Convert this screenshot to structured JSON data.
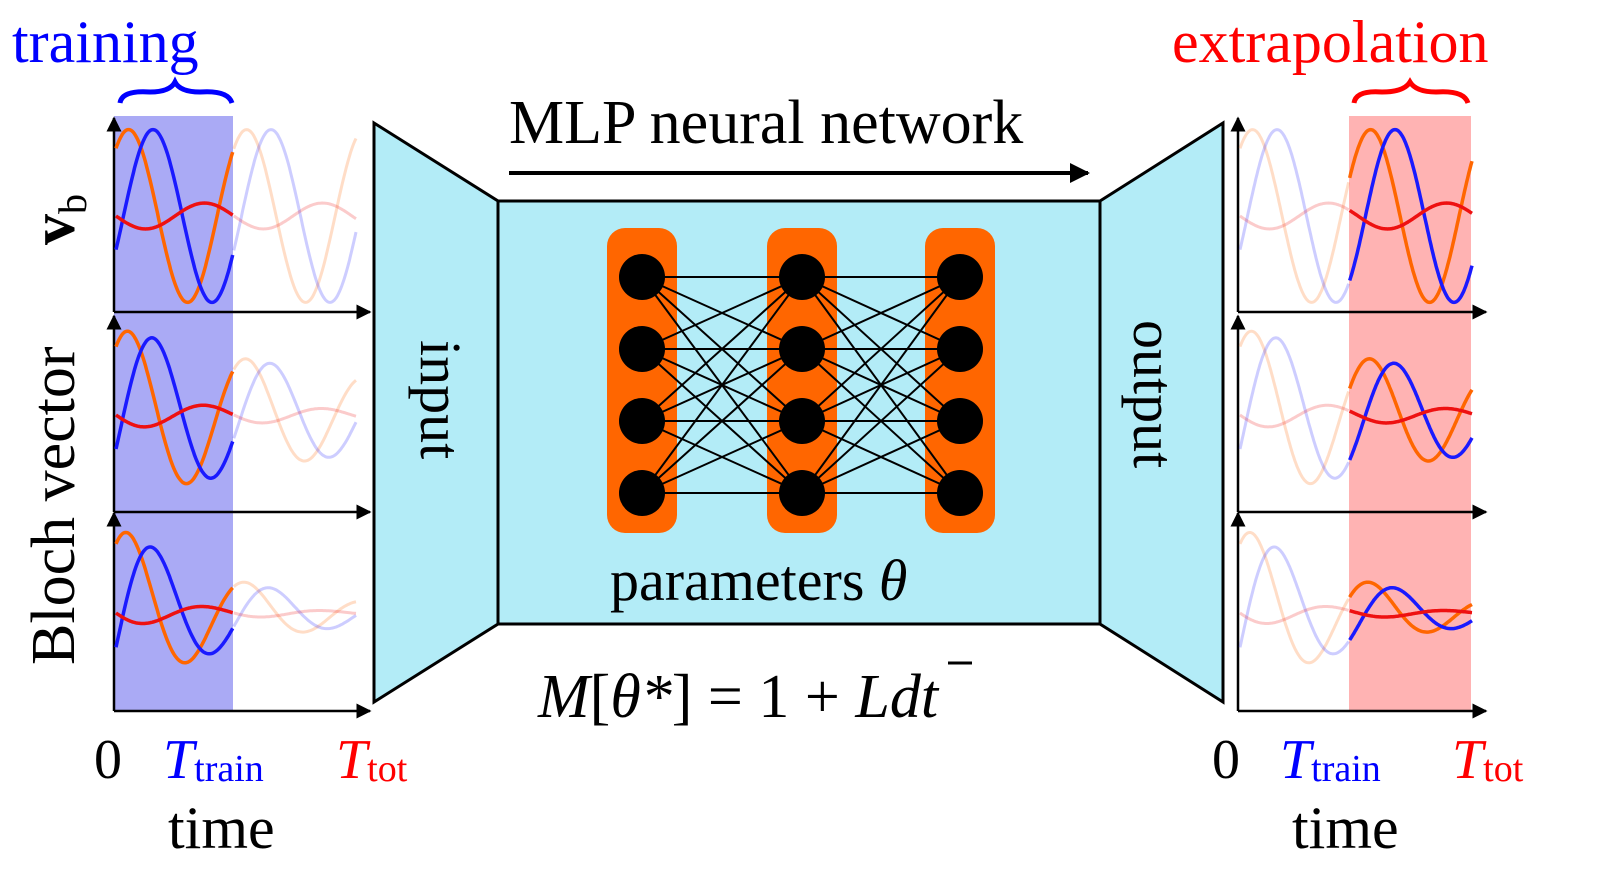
{
  "labels": {
    "training": "training",
    "extrapolation": "extrapolation",
    "title": "MLP neural network",
    "ylabel_bloch": "Bloch vector",
    "ylabel_v": "v",
    "ylabel_v_sub": "b",
    "input": "input",
    "output": "output",
    "parameters": "parameters ",
    "theta": "θ",
    "eq_M": "M",
    "eq_open": "[",
    "eq_theta_star": "θ*",
    "eq_close": "] = 1 + ",
    "eq_L": "L",
    "eq_dt": "dt",
    "left_axis": {
      "zero": "0",
      "t_train": "T",
      "t_train_sub": "train",
      "t_tot": "T",
      "t_tot_sub": "tot",
      "time": "time"
    },
    "right_axis": {
      "zero": "0",
      "t_train": "T",
      "t_train_sub": "train",
      "t_tot": "T",
      "t_tot_sub": "tot",
      "time": "time"
    }
  },
  "colors": {
    "training": "#0000ff",
    "extrapolation": "#ff0000",
    "orange": "#ff6600",
    "blue_line": "#1a1aff",
    "red_line": "#ee1111",
    "network_bg": "#b3ecf7",
    "train_band": "#aaaaf5",
    "extrap_band": "#ffb3b3"
  },
  "network": {
    "layers": 3,
    "nodes_per_layer": 4
  },
  "panels": [
    {
      "damping": 0.0,
      "red_amp": 0.15
    },
    {
      "damping": 0.25,
      "red_amp": 0.15
    },
    {
      "damping": 0.6,
      "red_amp": 0.15
    }
  ]
}
